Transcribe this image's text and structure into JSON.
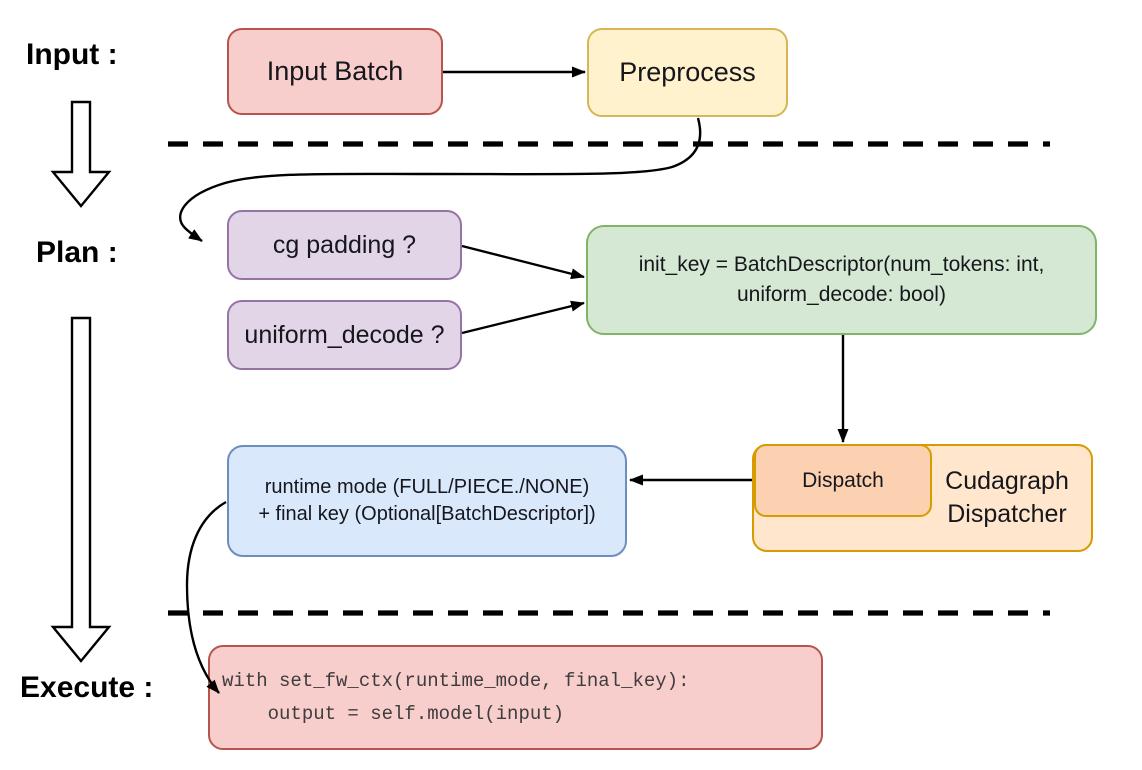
{
  "section_labels": {
    "input": "Input :",
    "plan": "Plan :",
    "execute": "Execute :"
  },
  "nodes": {
    "input_batch": {
      "label": "Input Batch",
      "fill": "#f8cecc",
      "stroke": "#b85450"
    },
    "preprocess": {
      "label": "Preprocess",
      "fill": "#fff2cc",
      "stroke": "#d6b656"
    },
    "cg_padding": {
      "label": "cg padding ?",
      "fill": "#e1d5e7",
      "stroke": "#9673a6"
    },
    "uniform_decode": {
      "label": "uniform_decode ?",
      "fill": "#e1d5e7",
      "stroke": "#9673a6"
    },
    "init_key": {
      "label": "init_key = BatchDescriptor(num_tokens: int,\nuniform_decode: bool)",
      "fill": "#d5e8d4",
      "stroke": "#82b366"
    },
    "runtime_mode": {
      "label": "runtime mode (FULL/PIECE./NONE)\n+ final key (Optional[BatchDescriptor])",
      "fill": "#dae8fc",
      "stroke": "#6c8ebf"
    },
    "cudagraph_dispatcher": {
      "label": "Cudagraph\nDispatcher",
      "fill": "#ffe6cc",
      "stroke": "#d79b00"
    },
    "dispatch": {
      "label": "Dispatch",
      "fill": "#fbd1b1",
      "stroke": "#d79b00"
    },
    "execute_code": {
      "label": "with set_fw_ctx(runtime_mode, final_key):\n    output = self.model(input)",
      "fill": "#f8cecc",
      "stroke": "#b85450"
    }
  },
  "icons": {
    "down_arrow_small": "down-arrow",
    "down_arrow_long": "down-arrow"
  },
  "line_color": "#000000",
  "background": "#ffffff"
}
